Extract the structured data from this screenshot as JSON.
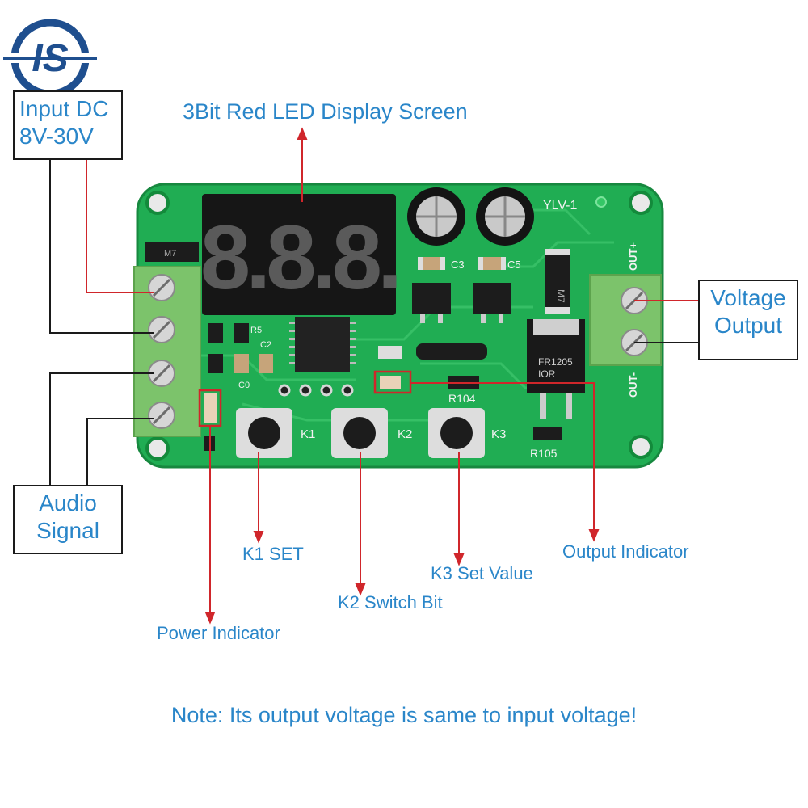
{
  "logo": {
    "text": "IS",
    "color": "#1f4f8f"
  },
  "labels": {
    "input_dc": [
      "Input DC",
      "8V-30V"
    ],
    "display": "3Bit Red LED Display Screen",
    "voltage_output": [
      "Voltage",
      "Output"
    ],
    "audio_signal": [
      "Audio",
      "Signal"
    ],
    "k1": "K1 SET",
    "k2": "K2 Switch Bit",
    "k3": "K3 Set Value",
    "output_indicator": "Output Indicator",
    "power_indicator": "Power Indicator",
    "note": "Note: Its output voltage is same to input voltage!"
  },
  "board": {
    "model": "YLV-1",
    "display_digits": "8.8.8.",
    "out_plus": "OUT+",
    "out_minus": "OUT-",
    "silk": {
      "c3": "C3",
      "c5": "C5",
      "c2": "C2",
      "c0": "C0",
      "r5": "R5",
      "r104": "R104",
      "r105": "R105",
      "k1": "K1",
      "k2": "K2",
      "k3": "K3",
      "m7": "M7",
      "fr1205": "FR1205",
      "ior": "IOR"
    }
  },
  "colors": {
    "text_blue": "#2a86c9",
    "pcb_green": "#1fae52",
    "terminal_green": "#7cc36b",
    "pointer_red": "#d0262b",
    "pointer_black": "#1a1a1a"
  }
}
